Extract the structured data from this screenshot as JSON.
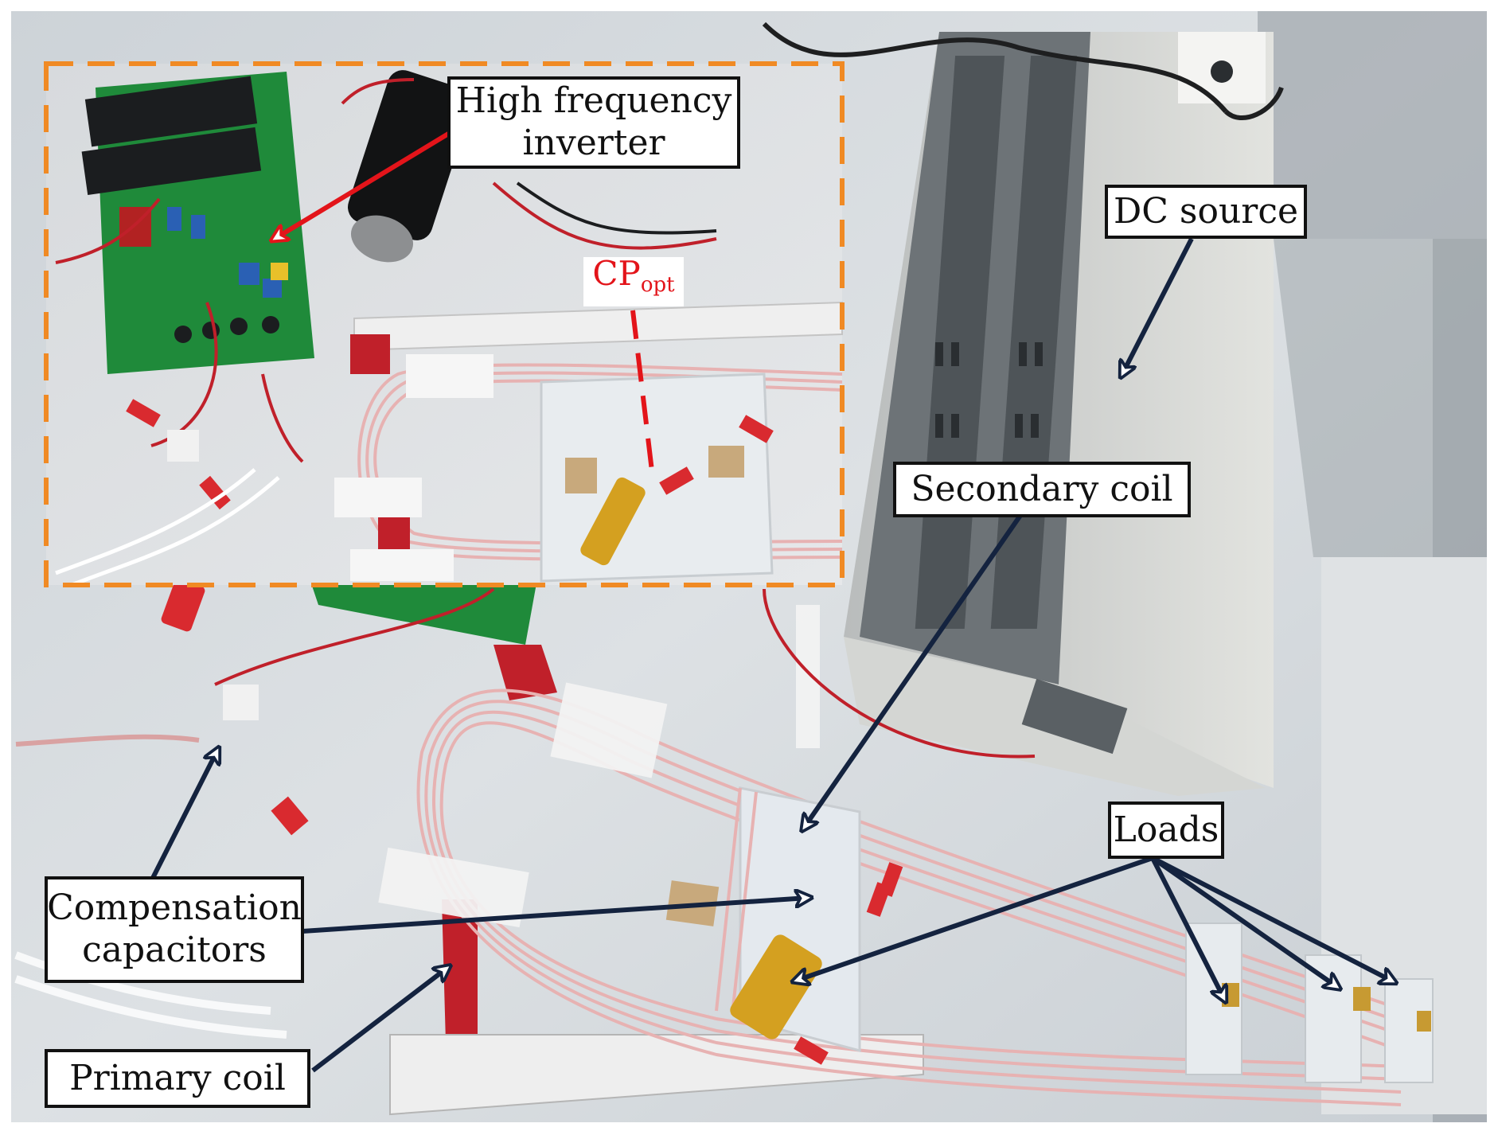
{
  "figure": {
    "labels": {
      "inverter_line1": "High frequency",
      "inverter_line2": "inverter",
      "dc_source": "DC source",
      "cp_main": "CP",
      "cp_sub": "opt",
      "secondary_coil": "Secondary coil",
      "loads": "Loads",
      "compensation_line1": "Compensation",
      "compensation_line2": "capacitors",
      "primary_coil": "Primary coil"
    },
    "colors": {
      "inset_border": "#f08a24",
      "arrow_navy": "#14233f",
      "arrow_red": "#e3141a",
      "pcb_green": "#1f8a3a",
      "tape_red": "#c0202a",
      "resistor_gold": "#d4a020"
    }
  }
}
